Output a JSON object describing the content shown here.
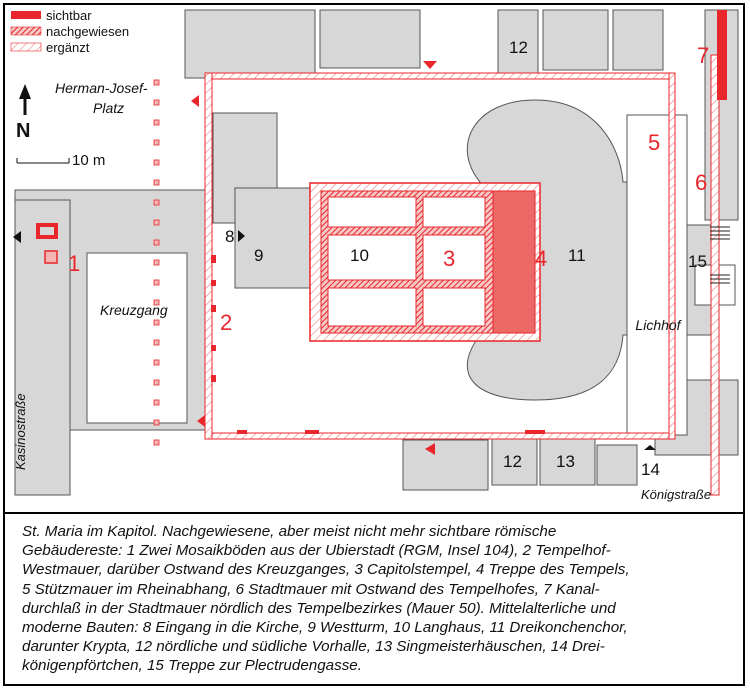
{
  "legend": {
    "items": [
      {
        "key": "visible",
        "label": "sichtbar"
      },
      {
        "key": "proven",
        "label": "nachgewiesen"
      },
      {
        "key": "added",
        "label": "ergänzt"
      }
    ]
  },
  "north": {
    "label": "N"
  },
  "scale": {
    "label": "10 m"
  },
  "places": {
    "square_line1": "Herman-Josef-",
    "square_line2": "Platz",
    "cloister": "Kreuzgang",
    "courtyard": "Lichhof",
    "street_west": "Kasinostraße",
    "street_south": "Königstraße"
  },
  "numbers": {
    "n1": "1",
    "n2": "2",
    "n3": "3",
    "n4": "4",
    "n5": "5",
    "n6": "6",
    "n7": "7",
    "n8": "8",
    "n9": "9",
    "n10": "10",
    "n11": "11",
    "n12a": "12",
    "n12b": "12",
    "n13": "13",
    "n14": "14",
    "n15": "15"
  },
  "caption": {
    "lines": [
      "St. Maria im Kapitol. Nachgewiesene, aber meist nicht mehr sichtbare römische",
      "Gebäudereste: 1 Zwei Mosaikböden aus der Ubierstadt (RGM, Insel 104), 2 Tempelhof-",
      "Westmauer, darüber Ostwand des Kreuzganges, 3 Capitolstempel, 4 Treppe des Tempels,",
      "5 Stützmauer im Rheinabhang, 6 Stadtmauer mit Ostwand des Tempelhofes, 7 Kanal-",
      "durchlaß in der Stadtmauer nördlich des Tempelbezirkes (Mauer 50). Mittelalterliche und",
      "moderne Bauten: 8 Eingang in die Kirche, 9 Westturm, 10 Langhaus, 11 Dreikonchenchor,",
      "darunter Krypta, 12 nördliche und südliche Vorhalle, 13 Singmeisterhäuschen, 14 Drei-",
      "königenpförtchen, 15 Treppe zur Plectrudengasse."
    ]
  },
  "colors": {
    "red": "#e8262c",
    "pink": "#f3b6b3",
    "gray": "#d7d7d7",
    "line": "#555555"
  }
}
